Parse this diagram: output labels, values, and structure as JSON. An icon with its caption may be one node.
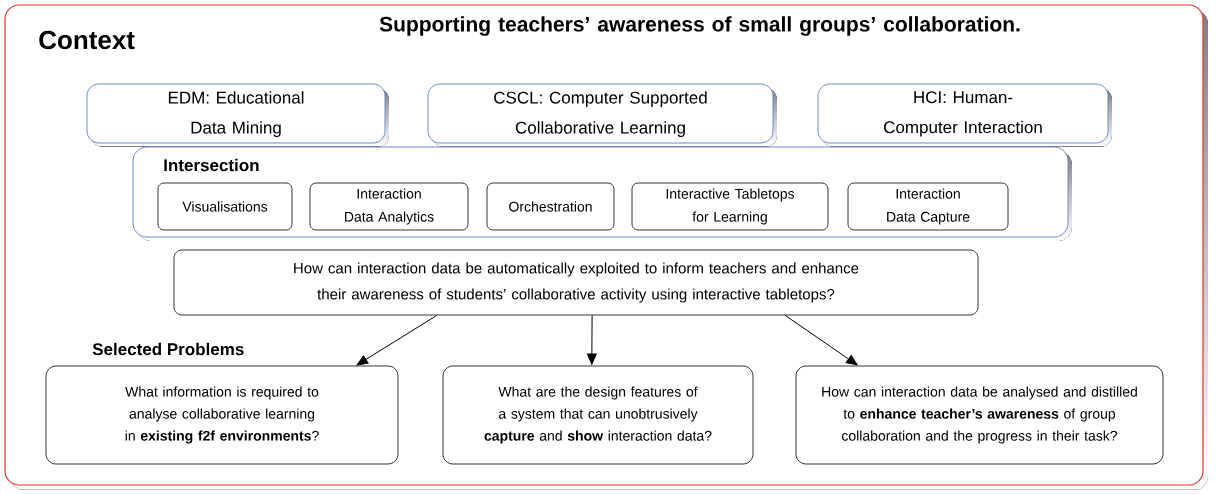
{
  "diagram": {
    "title": "Supporting teachers’ awareness of small groups’ collaboration.",
    "nodes": [
      {
        "text": [
          "Context"
        ]
      },
      {
        "text": [
          "EDM: Educational Data Mining"
        ],
        "in": 0
      },
      {
        "text": [
          "CSCL: Computer Supported Collaborative Learning"
        ],
        "in": 0
      },
      {
        "text": [
          "HCI: Human-Computer Interaction"
        ],
        "in": 0
      },
      {
        "text": [
          "Intersection"
        ],
        "in": 0
      },
      {
        "text": [
          "Visualisations"
        ],
        "in": 4
      },
      {
        "text": [
          "Interaction Data Analytics"
        ],
        "in": 4
      },
      {
        "text": [
          "Orchestration"
        ],
        "in": 4
      },
      {
        "text": [
          "Interactive Tabletops for Learning"
        ],
        "in": 4
      },
      {
        "text": [
          "Interaction Data Capture"
        ],
        "in": 4
      },
      {
        "text": [
          "How can interaction data be automatically exploited to inform teachers and enhance their awareness of students’ collaborative activity using interactive tabletops?"
        ],
        "in": 0
      },
      {
        "text": [
          "What information is required to analyse collaborative learning in **existing f2f environments**?"
        ],
        "in": 0
      },
      {
        "text": [
          "What are the design features of a system that can unobtrusively **capture** and **show** interaction data?"
        ],
        "in": 0
      },
      {
        "text": [
          "How can interaction data be analysed and distilled to **enhance teacher’s awareness** of group collaboration and the progress in their task?"
        ],
        "in": 0
      }
    ],
    "edges": [
      {
        "from": 10,
        "to": 11,
        "arrow": "to"
      },
      {
        "from": 10,
        "to": 12,
        "arrow": "to"
      },
      {
        "from": 10,
        "to": 13,
        "arrow": "to"
      }
    ],
    "labels": [
      "Selected Problems"
    ]
  }
}
